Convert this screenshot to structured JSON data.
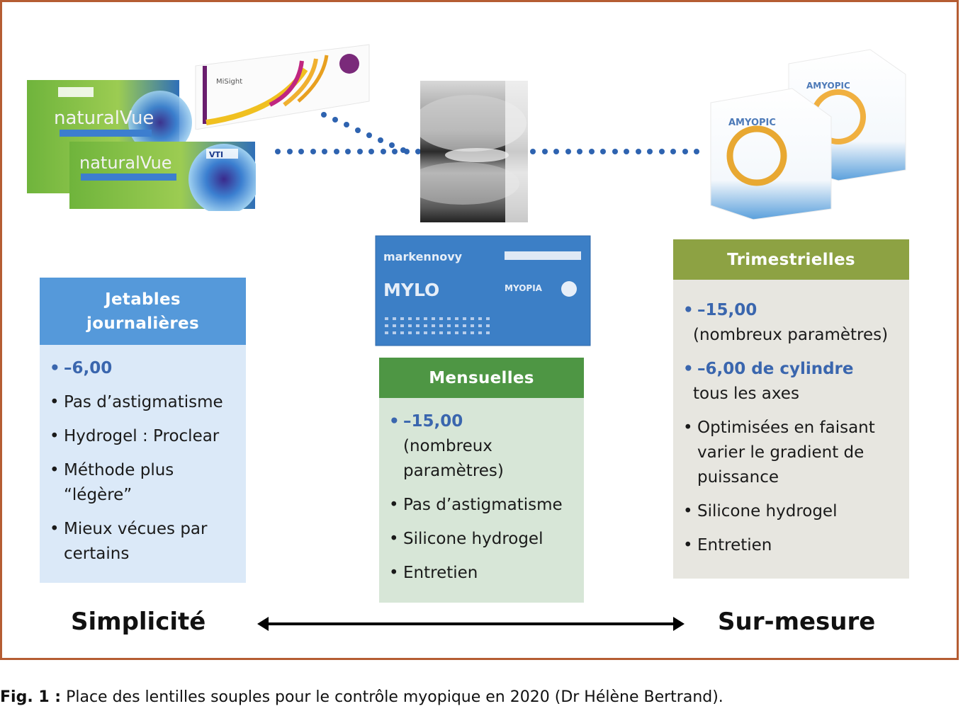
{
  "figure": {
    "products": {
      "daily_left": {
        "brand_text": "naturalVue",
        "logo_text": "VTI"
      },
      "daily_right": {
        "brand_text": "MiSight"
      },
      "center_photo": {
        "alt": "contact lens on fingertip"
      },
      "monthly": {
        "brand_text": "markennovy",
        "product_text": "MYLO",
        "badge_text": "MYOPIA"
      },
      "quarterly": {
        "product_text": "AMYOPIC"
      }
    },
    "boxes": [
      {
        "title": "Jetables journalières",
        "title_lines": [
          "Jetables",
          "journalières"
        ],
        "header_color": "#5599da",
        "body_color": "#dbe9f8",
        "items": [
          {
            "text": "–6,00",
            "highlight": true,
            "sub": ""
          },
          {
            "text": "Pas d’astigmatisme",
            "highlight": false,
            "sub": ""
          },
          {
            "text": "Hydrogel : Proclear",
            "highlight": false,
            "sub": ""
          },
          {
            "text": "Méthode plus “légère”",
            "highlight": false,
            "sub": ""
          },
          {
            "text": "Mieux vécues par certains",
            "highlight": false,
            "sub": ""
          }
        ]
      },
      {
        "title": "Mensuelles",
        "title_lines": [
          "Mensuelles"
        ],
        "header_color": "#4e9644",
        "body_color": "#d7e6d7",
        "items": [
          {
            "text": "–15,00",
            "highlight": true,
            "sub": "(nombreux paramètres)"
          },
          {
            "text": "Pas d’astigmatisme",
            "highlight": false,
            "sub": ""
          },
          {
            "text": "Silicone hydrogel",
            "highlight": false,
            "sub": ""
          },
          {
            "text": "Entretien",
            "highlight": false,
            "sub": ""
          }
        ]
      },
      {
        "title": "Trimestrielles",
        "title_lines": [
          "Trimestrielles"
        ],
        "header_color": "#8da243",
        "body_color": "#e7e6e0",
        "items": [
          {
            "text": "–15,00",
            "highlight": true,
            "sub": "(nombreux paramètres)"
          },
          {
            "text": "–6,00 de cylindre",
            "highlight": true,
            "sub": "tous les axes"
          },
          {
            "text": "Optimisées en faisant varier le gradient de puissance",
            "highlight": false,
            "sub": ""
          },
          {
            "text": "Silicone hydrogel",
            "highlight": false,
            "sub": ""
          },
          {
            "text": "Entretien",
            "highlight": false,
            "sub": ""
          }
        ]
      }
    ],
    "axis": {
      "left_label": "Simplicité",
      "right_label": "Sur-mesure"
    },
    "colors": {
      "frame": "#b55d33",
      "dots": "#2e63b0",
      "highlight_text": "#3a66ae"
    }
  },
  "caption": {
    "prefix": "Fig. 1 :",
    "text": " Place des lentilles souples pour le contrôle myopique en 2020 (Dr Hélène Bertrand)."
  }
}
